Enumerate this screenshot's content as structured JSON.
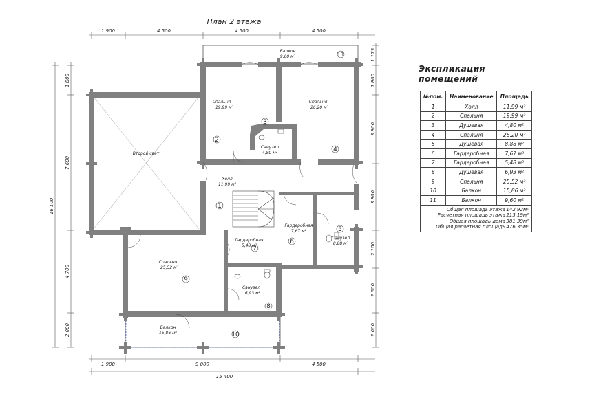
{
  "plan": {
    "title": "План 2 этажа",
    "dims_top": [
      "1 900",
      "4 500",
      "4 500",
      "4 500"
    ],
    "dims_bottom": [
      "1 900",
      "9 000",
      "4 500"
    ],
    "dim_total_bottom": "15 400",
    "dims_left": [
      "1 800",
      "7 600",
      "4 700",
      "2 000"
    ],
    "dim_total_left": "16 100",
    "dims_right": [
      "1 175",
      "1 800",
      "3 800",
      "3 800",
      "2 100",
      "2 600",
      "2 000"
    ],
    "rooms": [
      {
        "num": "1",
        "name": "Холл",
        "area": "11,99 м²"
      },
      {
        "num": "2",
        "name": "Спальня",
        "area": "19,99 м²"
      },
      {
        "num": "3",
        "name": "Санузел",
        "area": "4,80 м²"
      },
      {
        "num": "4",
        "name": "Спальня",
        "area": "26,20 м²"
      },
      {
        "num": "5",
        "name": "Санузел",
        "area": "8,88 м²"
      },
      {
        "num": "6",
        "name": "Гардеробная",
        "area": "7,67 м²"
      },
      {
        "num": "7",
        "name": "Гардеробная",
        "area": "5,48 м²"
      },
      {
        "num": "8",
        "name": "Санузел",
        "area": "6,93 м²"
      },
      {
        "num": "9",
        "name": "Спальня",
        "area": "25,52 м²"
      },
      {
        "num": "10",
        "name": "Балкон",
        "area": "15,86 м²"
      },
      {
        "num": "11",
        "name": "Балкон",
        "area": "9,60 м²"
      }
    ],
    "second_light": "Второй свет"
  },
  "legend": {
    "title": "Экспликация помещений",
    "headers": [
      "№пом.",
      "Наименование",
      "Площадь"
    ],
    "rows": [
      [
        "1",
        "Холл",
        "11,99 м²"
      ],
      [
        "2",
        "Спальня",
        "19,99 м²"
      ],
      [
        "3",
        "Душевая",
        "4,80 м²"
      ],
      [
        "4",
        "Спальня",
        "26,20 м²"
      ],
      [
        "5",
        "Душевая",
        "8,88 м²"
      ],
      [
        "6",
        "Гардеробная",
        "7,67 м²"
      ],
      [
        "7",
        "Гардеробная",
        "5,48 м²"
      ],
      [
        "8",
        "Душевая",
        "6,93 м²"
      ],
      [
        "9",
        "Спальня",
        "25,52 м²"
      ],
      [
        "10",
        "Балкон",
        "15,86 м²"
      ],
      [
        "11",
        "Балкон",
        "9,60 м²"
      ]
    ],
    "totals": [
      {
        "label": "Общая площадь этажа",
        "value": "142,92м²"
      },
      {
        "label": "Расчетная площадь этажа",
        "value": "213,19м²"
      },
      {
        "label": "Общая площадь дома",
        "value": "381,39м²"
      },
      {
        "label": "Общая расчетная площадь",
        "value": "476,35м²"
      }
    ]
  }
}
